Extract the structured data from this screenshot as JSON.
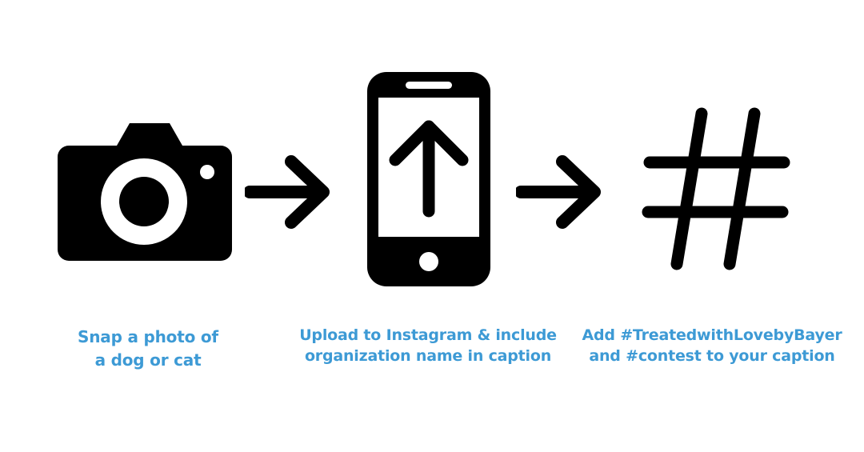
{
  "steps": [
    {
      "icon": "camera-icon",
      "caption_lines": [
        "Snap a photo of",
        "a dog or cat"
      ]
    },
    {
      "icon": "phone-upload-icon",
      "caption_lines": [
        "Upload to Instagram & include",
        "organization name in caption"
      ]
    },
    {
      "icon": "hashtag-icon",
      "caption_lines": [
        "Add #TreatedwithLovebyBayer",
        "and #contest to your caption"
      ]
    }
  ],
  "connectors": [
    "arrow-right-icon",
    "arrow-right-icon"
  ],
  "colors": {
    "caption": "#3d9ad5",
    "icon": "#000000",
    "background": "#ffffff"
  }
}
